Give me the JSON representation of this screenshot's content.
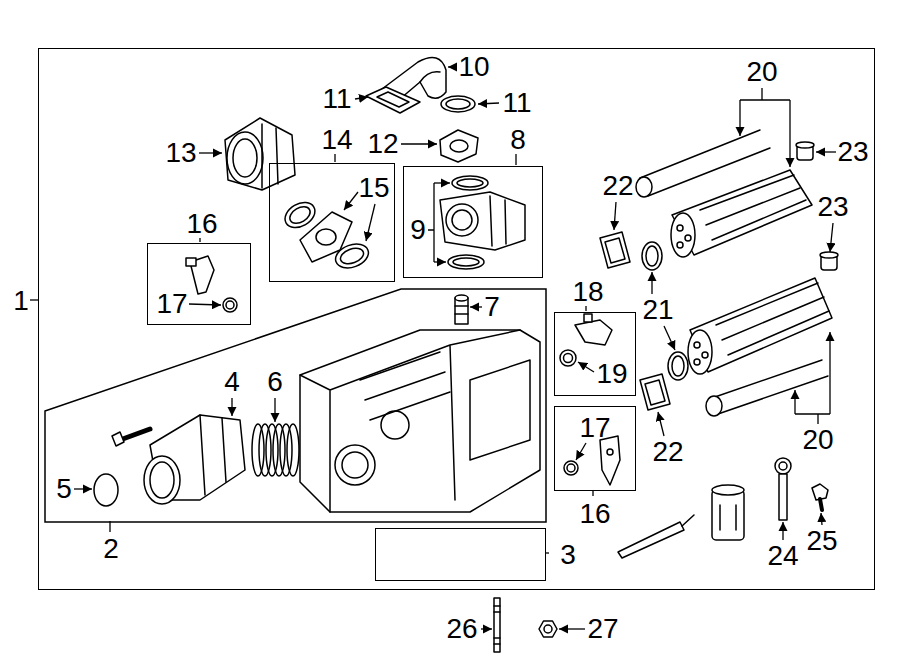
{
  "diagram": {
    "nodes": [
      {
        "text": [
          "1"
        ]
      },
      {
        "text": [
          "14"
        ],
        "in": 0
      },
      {
        "text": [
          "8"
        ],
        "in": 0
      },
      {
        "text": [
          "16"
        ],
        "in": 0
      },
      {
        "text": [
          "18"
        ],
        "in": 0
      },
      {
        "text": [
          "2"
        ],
        "in": 0
      },
      {
        "text": [
          "16"
        ],
        "in": 0
      },
      {
        "text": [
          "3"
        ],
        "in": 0
      }
    ],
    "labels": [
      "10",
      "11",
      "11",
      "12",
      "13",
      "15",
      "9",
      "17",
      "7",
      "4",
      "6",
      "5",
      "20",
      "23",
      "22",
      "23",
      "21",
      "19",
      "17",
      "22",
      "20",
      "24",
      "25",
      "26",
      "27"
    ]
  }
}
